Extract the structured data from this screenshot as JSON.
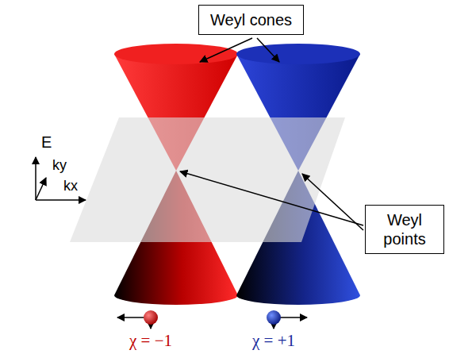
{
  "diagram": {
    "nodes": [
      {
        "text": [
          "Weyl cones"
        ]
      },
      {
        "text": [
          "Weyl points"
        ]
      }
    ],
    "labels": [
      "E",
      "ky",
      "kx",
      "χ = −1",
      "χ = +1"
    ]
  }
}
